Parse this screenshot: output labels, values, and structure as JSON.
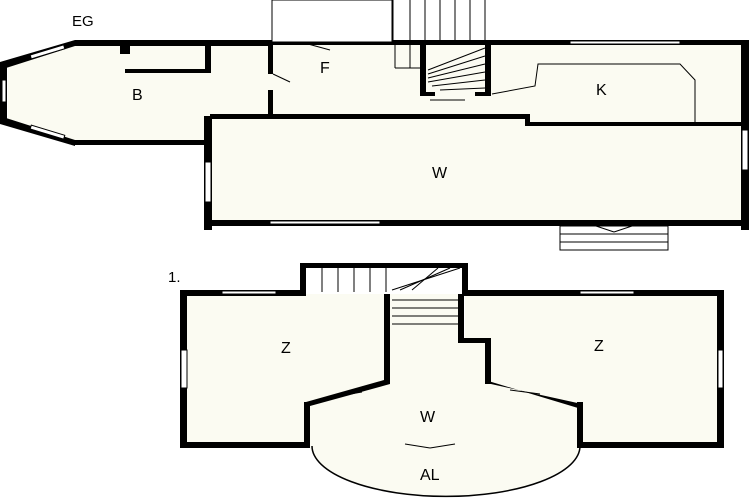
{
  "floors": [
    {
      "label": "EG",
      "rooms": [
        {
          "label": "B"
        },
        {
          "label": "F"
        },
        {
          "label": "K"
        },
        {
          "label": "W"
        }
      ]
    },
    {
      "label": "1.",
      "rooms": [
        {
          "label": "Z"
        },
        {
          "label": "Z"
        },
        {
          "label": "W"
        },
        {
          "label": "AL"
        }
      ]
    }
  ]
}
